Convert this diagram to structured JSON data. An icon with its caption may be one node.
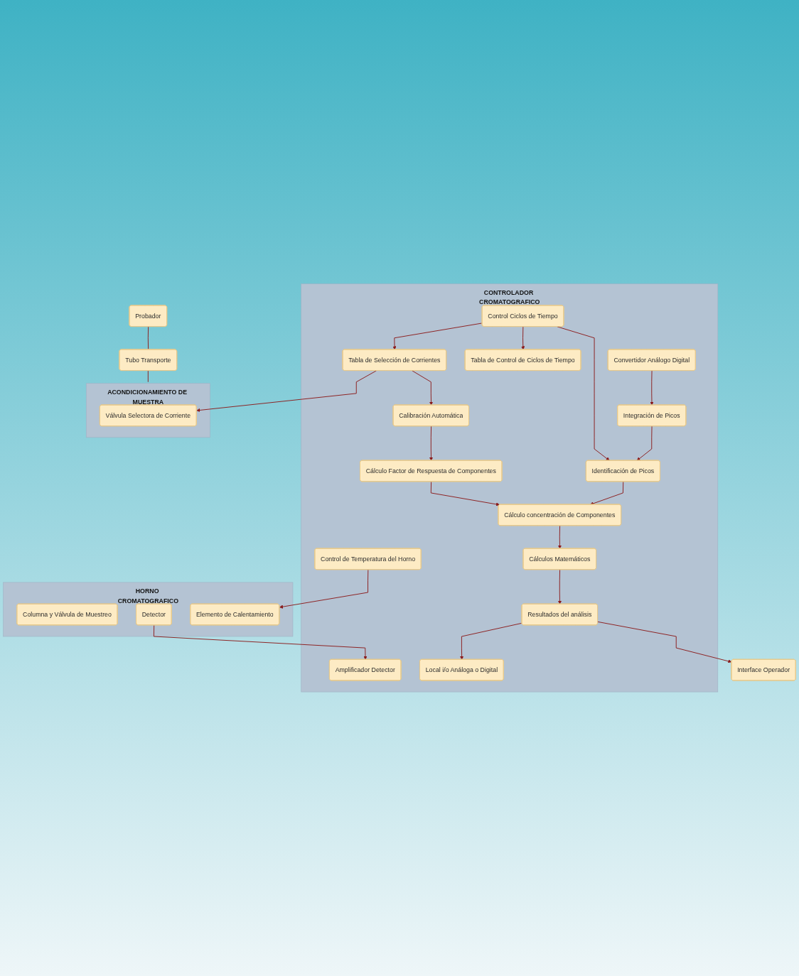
{
  "diagram": {
    "nodes": [
      {
        "text": [
          "HORNO CROMATOGRAFICO"
        ]
      },
      {
        "text": [
          "Detector"
        ],
        "in": 0
      },
      {
        "text": [
          "Elemento de Calentamiento"
        ],
        "in": 0
      },
      {
        "text": [
          "Columna y Válvula de Muestreo"
        ],
        "in": 0
      },
      {
        "text": [
          "Probador"
        ]
      },
      {
        "text": [
          "Tubo Transporte"
        ]
      },
      {
        "text": [
          "ACONDICIONAMIENTO DE MUESTRA"
        ]
      },
      {
        "text": [
          "Válvula Selectora de Corriente"
        ],
        "in": 6
      },
      {
        "text": [
          "Interface Operador"
        ]
      },
      {
        "text": [
          "CONTROLADOR CROMATOGRAFICO"
        ]
      },
      {
        "text": [
          "Amplificador Detector"
        ],
        "in": 9
      },
      {
        "text": [
          "Convertidor Análogo Digital"
        ],
        "in": 9
      },
      {
        "text": [
          "Identificación de Picos"
        ],
        "in": 9
      },
      {
        "text": [
          "Integración de Picos"
        ],
        "in": 9
      },
      {
        "text": [
          "Cálculo concentración de Componentes"
        ],
        "in": 9
      },
      {
        "text": [
          "Cálculo Factor de Respuesta de Componentes"
        ],
        "in": 9
      },
      {
        "text": [
          "Cálculos Matemáticos"
        ],
        "in": 9
      },
      {
        "text": [
          "Calibración Automática"
        ],
        "in": 9
      },
      {
        "text": [
          "Resultados del análisis"
        ],
        "in": 9
      },
      {
        "text": [
          "Local i/o Análoga o Digital"
        ],
        "in": 9
      },
      {
        "text": [
          "Control Ciclos de Tiempo"
        ],
        "in": 9
      },
      {
        "text": [
          "Tabla de Control de Ciclos de Tiempo"
        ],
        "in": 9
      },
      {
        "text": [
          "Tabla de Selección de Corrientes"
        ],
        "in": 9
      },
      {
        "text": [
          "Control de Temperatura del Horno"
        ],
        "in": 9
      }
    ],
    "edges": [
      {
        "from": 1,
        "to": 10,
        "arrow": "to"
      },
      {
        "from": 11,
        "to": 13,
        "arrow": "to"
      },
      {
        "from": 13,
        "to": 12,
        "arrow": "to"
      },
      {
        "from": 12,
        "to": 14,
        "arrow": "to"
      },
      {
        "from": 15,
        "to": 14,
        "arrow": "to"
      },
      {
        "from": 14,
        "to": 16,
        "arrow": "to"
      },
      {
        "from": 17,
        "to": 15,
        "arrow": "to"
      },
      {
        "from": 16,
        "to": 18,
        "arrow": "to"
      },
      {
        "from": 18,
        "to": 19,
        "arrow": "to"
      },
      {
        "from": 18,
        "to": 8,
        "arrow": "to"
      },
      {
        "from": 20,
        "to": 12,
        "arrow": "to"
      },
      {
        "from": 20,
        "to": 21,
        "arrow": "to"
      },
      {
        "from": 20,
        "to": 22,
        "arrow": "to"
      },
      {
        "from": 22,
        "to": 17,
        "arrow": "to"
      },
      {
        "from": 22,
        "to": 7,
        "arrow": "to"
      },
      {
        "from": 23,
        "to": 2,
        "arrow": "to"
      },
      {
        "from": 4,
        "to": 5,
        "arrow": "none"
      },
      {
        "from": 5,
        "to": 6,
        "arrow": "none"
      }
    ]
  }
}
